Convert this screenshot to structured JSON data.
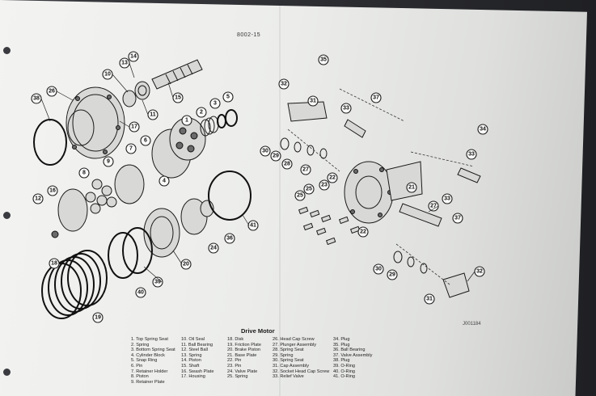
{
  "document": {
    "figure_number": "8002-15",
    "page_ref": "J001184",
    "title": "Drive Motor"
  },
  "legend": {
    "columns": [
      [
        "1. Top Spring Seat",
        "2. Spring",
        "3. Bottom Spring Seat",
        "4. Cylinder Block",
        "5. Snap Ring",
        "6. Pin",
        "7. Retainer Holder",
        "8. Piston",
        "9. Retainer Plate"
      ],
      [
        "10. Oil Seal",
        "11. Ball Bearing",
        "12. Steel Ball",
        "13. Spring",
        "14. Piston",
        "15. Shaft",
        "16. Swash Plate",
        "17. Housing"
      ],
      [
        "18. Disk",
        "19. Friction Plate",
        "20. Brake Piston",
        "21. Base Plate",
        "22. Pin",
        "23. Pin",
        "24. Valve Plate",
        "25. Spring"
      ],
      [
        "26. Head Cap Screw",
        "27. Plunger Assembly",
        "28. Spring Seat",
        "29. Spring",
        "30. Spring Seat",
        "31. Cap Assembly",
        "32. Socket Head Cap Screw",
        "33. Relief Valve"
      ],
      [
        "34. Plug",
        "35. Plug",
        "36. Ball Bearing",
        "37. Valve Assembly",
        "38. Plug",
        "39. O-Ring",
        "40. O-Ring",
        "41. O-Ring"
      ]
    ]
  },
  "callouts": {
    "c1": "1",
    "c2": "2",
    "c3": "3",
    "c4": "4",
    "c5": "5",
    "c6": "6",
    "c7": "7",
    "c8": "8",
    "c9": "9",
    "c10": "10",
    "c11": "11",
    "c12": "12",
    "c13": "13",
    "c14": "14",
    "c15": "15",
    "c16": "16",
    "c17": "17",
    "c18": "18",
    "c19": "19",
    "c20": "20",
    "c21": "21",
    "c22a": "22",
    "c22b": "22",
    "c23": "23",
    "c24": "24",
    "c25a": "25",
    "c25b": "25",
    "c26": "26",
    "c27a": "27",
    "c27b": "27",
    "c28": "28",
    "c29a": "29",
    "c29b": "29",
    "c30a": "30",
    "c30b": "30",
    "c31a": "31",
    "c31b": "31",
    "c32a": "32",
    "c32b": "32",
    "c33a": "33",
    "c33b": "33",
    "c33c": "33",
    "c34": "34",
    "c35": "35",
    "c36": "36",
    "c37a": "37",
    "c37b": "37",
    "c38": "38",
    "c39": "39",
    "c40": "40",
    "c41": "41"
  }
}
